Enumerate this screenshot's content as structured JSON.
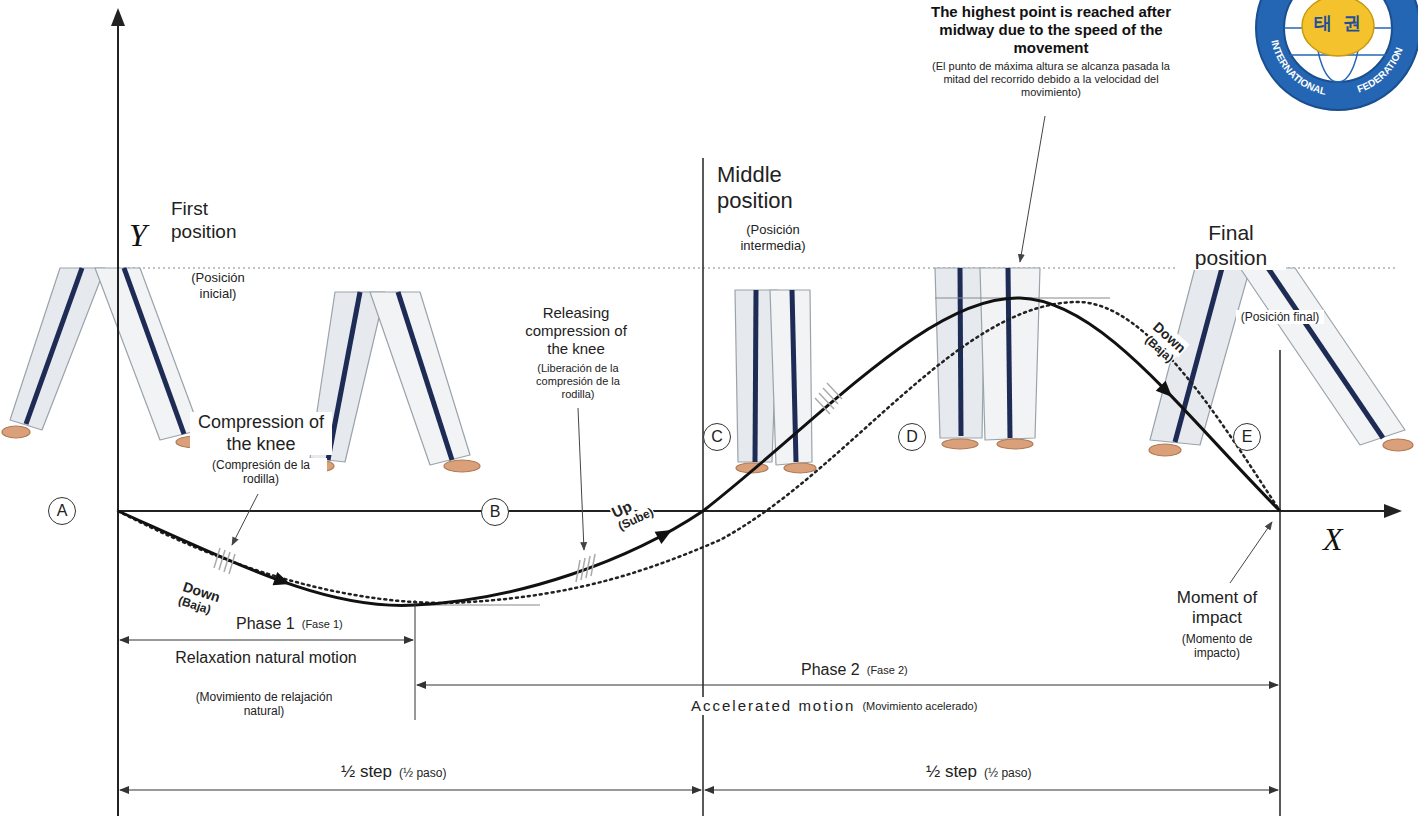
{
  "diagram": {
    "nodes": [
      {
        "text": [
          "A"
        ]
      },
      {
        "text": [
          "B"
        ]
      },
      {
        "text": [
          "C"
        ]
      },
      {
        "text": [
          "D"
        ]
      },
      {
        "text": [
          "E"
        ]
      }
    ],
    "labels": [
      "Y",
      "X",
      "First position",
      "(Posición inicial)",
      "Compression of the knee",
      "(Compresión de la rodilla)",
      "Down",
      "(Baja)",
      "Releasing compression of the knee",
      "(Liberación de la compresión de la rodilla)",
      "Up",
      "(Sube)",
      "Middle position",
      "(Posición intermedia)",
      "The highest point is reached after midway due to the speed of the movement",
      "(El punto de máxima altura se alcanza pasada la mitad del recorrido debido a la velocidad del movimiento)",
      "Final position",
      "(Posición final)",
      "Down",
      "(Baja)",
      "Moment of impact",
      "(Momento de impacto)",
      "Phase 1",
      "(Fase 1)",
      "Relaxation natural motion",
      "(Movimiento de relajación natural)",
      "Phase 2",
      "(Fase 2)",
      "Accelerated motion",
      "(Movimiento acelerado)",
      "½ step",
      "(½ paso)",
      "½ step",
      "(½ paso)",
      "태",
      "권",
      "INTERNATIONAL",
      "FEDERATION"
    ]
  }
}
